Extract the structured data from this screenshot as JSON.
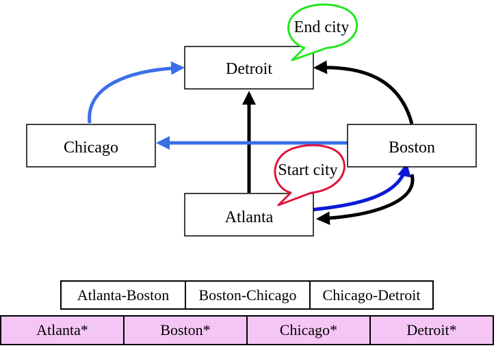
{
  "colors": {
    "node_border": "#000000",
    "edge_blue": "#3b6fe8",
    "edge_dark_blue": "#0a19d8",
    "edge_black": "#000000",
    "end_bubble": "#22e61e",
    "start_bubble": "#e0143c",
    "city_fill": "#f5c6f5"
  },
  "nodes": {
    "detroit": "Detroit",
    "chicago": "Chicago",
    "boston": "Boston",
    "atlanta": "Atlanta"
  },
  "callouts": {
    "end_city": "End city",
    "start_city": "Start city"
  },
  "edges": [
    {
      "from": "Chicago",
      "to": "Detroit",
      "color": "blue"
    },
    {
      "from": "Boston",
      "to": "Detroit",
      "color": "black"
    },
    {
      "from": "Atlanta",
      "to": "Detroit",
      "color": "black"
    },
    {
      "from": "Boston",
      "to": "Chicago",
      "color": "blue"
    },
    {
      "from": "Atlanta",
      "to": "Boston",
      "color": "dark-blue"
    },
    {
      "from": "Boston",
      "to": "Atlanta",
      "color": "black"
    }
  ],
  "route_segments": [
    "Atlanta-Boston",
    "Boston-Chicago",
    "Chicago-Detroit"
  ],
  "city_cells": [
    "Atlanta*",
    "Boston*",
    "Chicago*",
    "Detroit*"
  ]
}
